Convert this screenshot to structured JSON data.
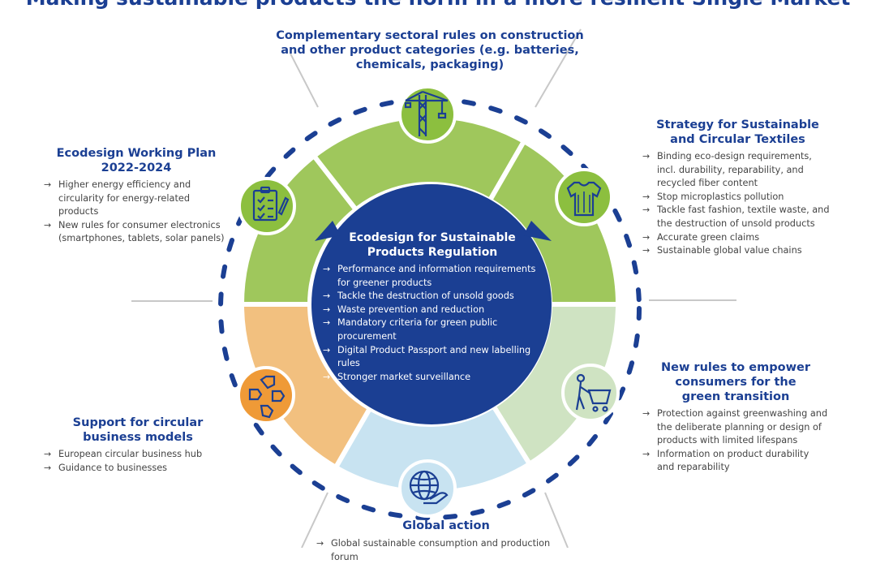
{
  "title": "Making sustainable products the norm in a more resilient Single Market",
  "colors": {
    "navy": "#1b3f93",
    "green": "#9fc75c",
    "light_green": "#cfe3c2",
    "orange": "#f2c07f",
    "light_blue": "#c8e3f1",
    "icon_green": "#8cbf3f",
    "icon_orange": "#ef9a37",
    "icon_blue": "#bfe0f0"
  },
  "center": {
    "heading": "Ecodesign for Sustainable Products Regulation",
    "items": [
      "Performance and information requirements for greener products",
      "Tackle the destruction of unsold goods",
      "Waste prevention and reduction",
      "Mandatory criteria for green public procurement",
      "Digital Product Passport and new labelling rules",
      "Stronger market surveillance"
    ]
  },
  "top": {
    "heading": "Complementary sectoral rules on construction and other product categories (e.g. batteries, chemicals, packaging)",
    "icon": "crane-icon"
  },
  "left_top": {
    "heading": "Ecodesign Working Plan 2022-2024",
    "icon": "checklist-icon",
    "items": [
      "Higher energy efficiency and circularity for energy-related products",
      "New rules for consumer electronics (smartphones, tablets, solar panels)"
    ]
  },
  "right_top": {
    "heading": "Strategy for Sustainable and Circular Textiles",
    "icon": "tshirt-icon",
    "items": [
      "Binding eco-design requirements, incl. durability, reparability, and recycled fiber content",
      "Stop microplastics pollution",
      "Tackle fast fashion, textile waste, and the destruction of unsold products",
      "Accurate green claims",
      "Sustainable global value chains"
    ]
  },
  "right_bottom": {
    "heading": "New rules to empower consumers for the green transition",
    "icon": "shopping-cart-icon",
    "items": [
      "Protection against greenwashing and the deliberate planning or design of products with limited lifespans",
      "Information on product durability and reparability"
    ]
  },
  "left_bottom": {
    "heading": "Support for circular business models",
    "icon": "hands-icon",
    "items": [
      "European circular business hub",
      "Guidance to businesses"
    ]
  },
  "bottom": {
    "heading": "Global action",
    "icon": "globe-hand-icon",
    "items": [
      "Global sustainable consumption and production forum"
    ]
  }
}
